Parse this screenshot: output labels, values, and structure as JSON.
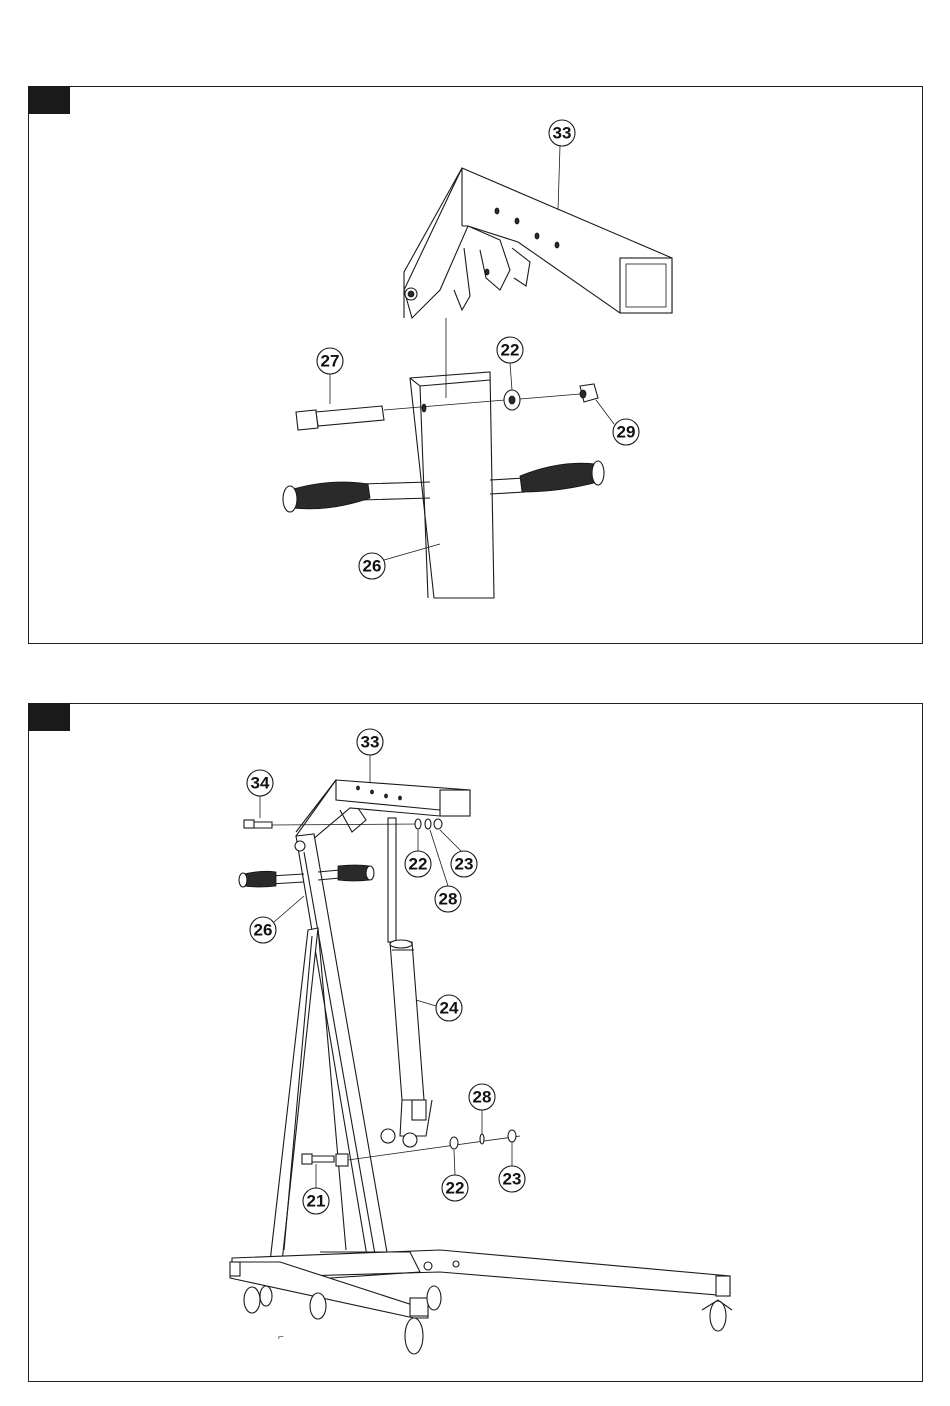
{
  "panels": [
    {
      "callouts": {
        "boom": "33",
        "bolt": "27",
        "washer": "22",
        "nut": "29",
        "mast": "26"
      }
    },
    {
      "callouts": {
        "boom": "33",
        "bolt_top": "34",
        "washer_top": "22",
        "lock_washer_top": "28",
        "nut_top": "23",
        "mast": "26",
        "ram": "24",
        "lock_washer_bottom": "28",
        "bolt_bottom": "21",
        "washer_bottom": "22",
        "nut_bottom": "23"
      }
    }
  ],
  "colors": {
    "line": "#1a1a1a",
    "grip": "#2a2a2a",
    "tab": "#1a1a1a"
  }
}
